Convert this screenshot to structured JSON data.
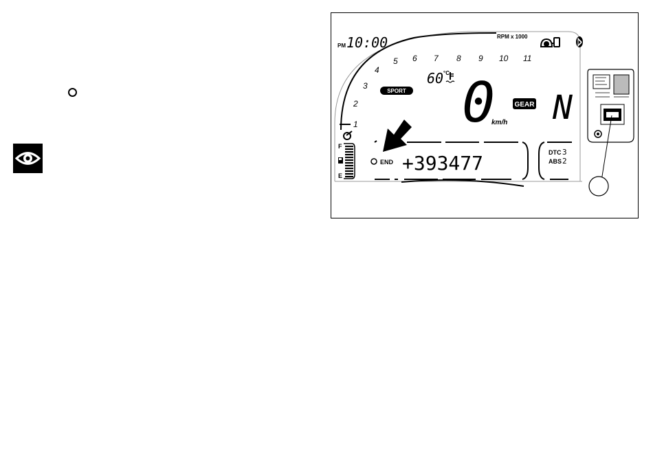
{
  "clock": {
    "ampm": "PM",
    "time": "10:00"
  },
  "rpm_label": "RPM x 1000",
  "rpm_scale": [
    "1",
    "2",
    "3",
    "4",
    "5",
    "6",
    "7",
    "8",
    "9",
    "10",
    "11"
  ],
  "temperature": {
    "value": "60",
    "unit": "°C"
  },
  "mode_badge": "SPORT",
  "speed": {
    "value": "0",
    "unit": "km/h"
  },
  "gear": {
    "label": "GEAR",
    "value": "N"
  },
  "fuel": {
    "full": "F",
    "empty": "E"
  },
  "odometer": {
    "end_label": "END",
    "value": "+393477"
  },
  "dtc": {
    "label": "DTC",
    "value": "3"
  },
  "abs": {
    "label": "ABS",
    "value": "2"
  },
  "icons": [
    "ring-marker-icon",
    "eye-icon",
    "arrow-pointer-icon",
    "bluetooth-icon",
    "phone-icon",
    "notification-icon",
    "coolant-temp-icon",
    "fuel-pump-icon",
    "service-wrench-icon",
    "handlebar-switch-icon"
  ]
}
